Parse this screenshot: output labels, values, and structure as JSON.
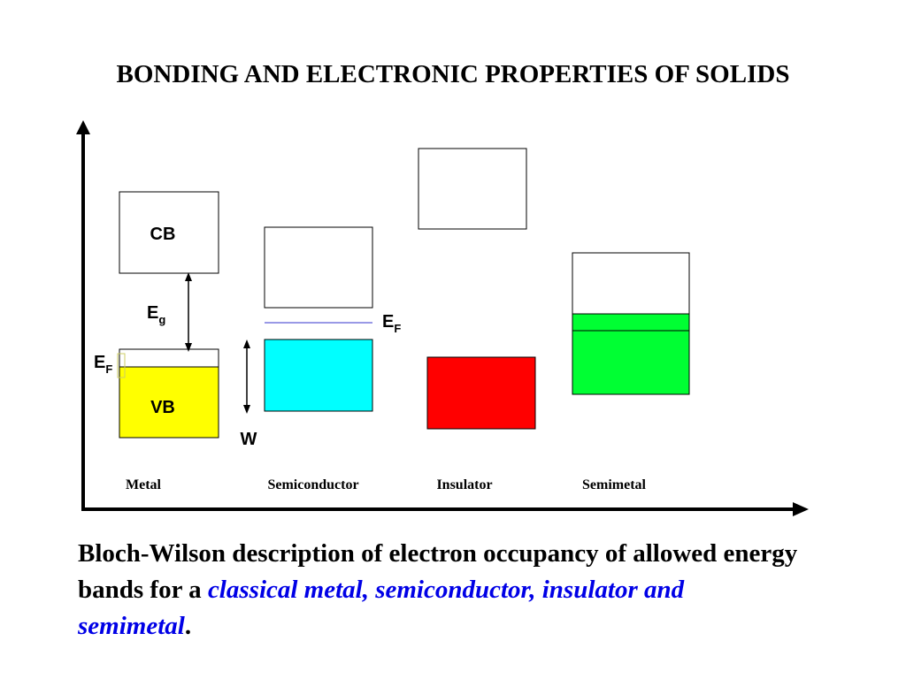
{
  "title": "BONDING AND ELECTRONIC PROPERTIES OF SOLIDS",
  "labels": {
    "cb": "CB",
    "vb": "VB",
    "eg_main": "E",
    "eg_sub": "g",
    "ef_main": "E",
    "ef_sub": "F",
    "w": "W"
  },
  "categories": [
    "Metal",
    "Semiconductor",
    "Insulator",
    "Semimetal"
  ],
  "colors": {
    "metal_vb": "#ffff00",
    "semiconductor_vb": "#00ffff",
    "insulator_vb": "#ff0000",
    "semimetal_band": "#00ff33",
    "fermi_line": "#3333cc",
    "caption_emphasis": "#0000e6"
  },
  "caption": {
    "plain": "Bloch-Wilson description of electron occupancy of allowed energy bands for a ",
    "emphasis": "classical metal, semiconductor, insulator and semimetal",
    "end": "."
  }
}
